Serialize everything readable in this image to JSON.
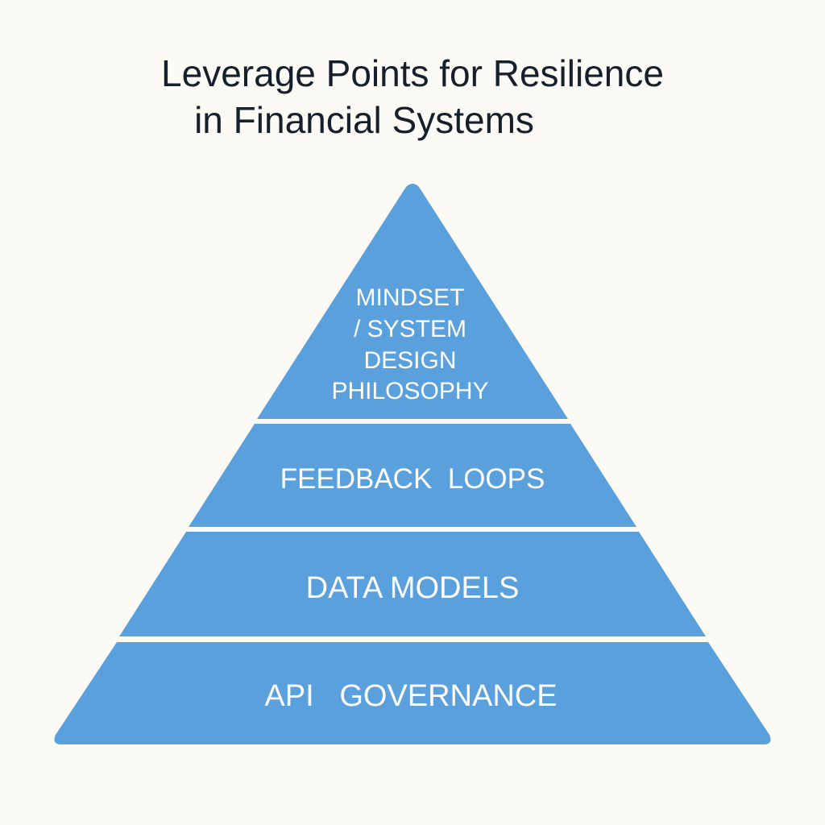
{
  "title": {
    "line_1": "Leverage Points for Resilience",
    "line_2": "in Financial Systems"
  },
  "colors": {
    "background": "#fcfaf5",
    "pyramid_fill": "#5aa0dc",
    "label_text": "#ffffff",
    "title_text": "#16202c"
  },
  "tiers": [
    {
      "lines": [
        "MINDSET",
        "/ SYSTEM",
        "DESIGN",
        "PHILOSOPHY"
      ]
    },
    {
      "lines": [
        "FEEDBACK  LOOPS"
      ]
    },
    {
      "lines": [
        "DATA MODELS"
      ]
    },
    {
      "lines": [
        "API   GOVERNANCE"
      ]
    }
  ]
}
